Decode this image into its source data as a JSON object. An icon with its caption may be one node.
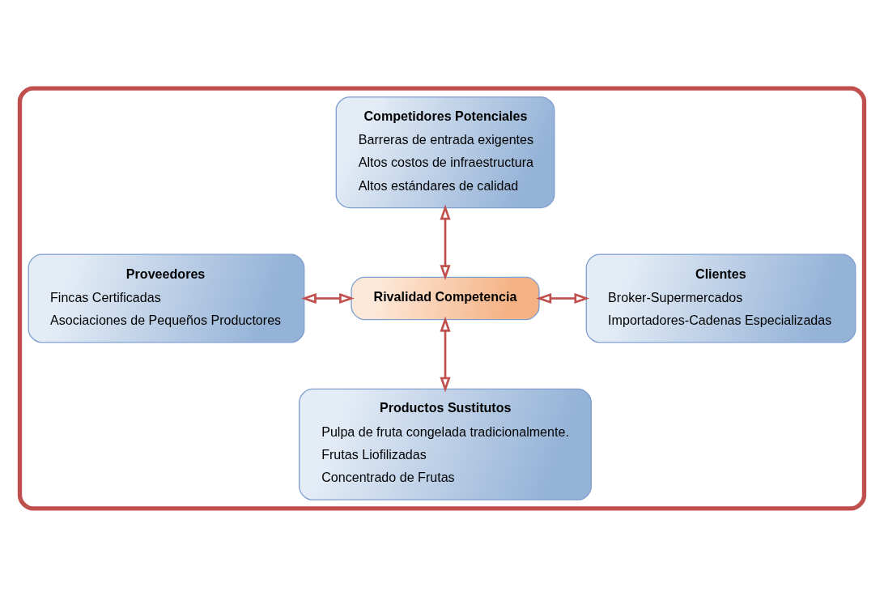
{
  "diagram": {
    "nodes": [
      {
        "text": [],
        "shape": "box"
      },
      {
        "text": [
          "Competidores Potenciales",
          "Barreras de entrada exigentes",
          "Altos costos de infraestructura",
          "Altos estándares de calidad"
        ],
        "in": 0
      },
      {
        "text": [
          "Proveedores",
          "Fincas Certificadas",
          "Asociaciones de Pequeños Productores"
        ],
        "in": 0
      },
      {
        "text": [
          "Rivalidad Competencia"
        ],
        "in": 0
      },
      {
        "text": [
          "Clientes",
          "Broker-Supermercados",
          "Importadores-Cadenas Especializadas"
        ],
        "in": 0
      },
      {
        "text": [
          "Productos Sustitutos",
          "Pulpa de fruta congelada tradicionalmente.",
          "Frutas Liofilizadas",
          "Concentrado de Frutas"
        ],
        "in": 0
      }
    ],
    "edges": [
      {
        "from": 1,
        "to": 3,
        "arrow": "both"
      },
      {
        "from": 2,
        "to": 3,
        "arrow": "both"
      },
      {
        "from": 3,
        "to": 4,
        "arrow": "both"
      },
      {
        "from": 3,
        "to": 5,
        "arrow": "both"
      }
    ]
  }
}
